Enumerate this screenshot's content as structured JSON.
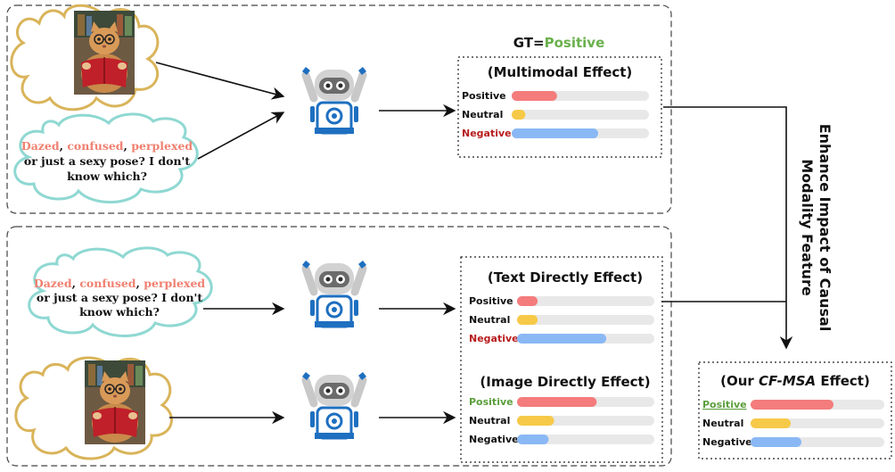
{
  "ground_truth": {
    "label": "GT=",
    "value": "Positive"
  },
  "side_label": {
    "line1": "Enhance Impact of Causal",
    "line2": "Modality Feature"
  },
  "caption": {
    "word1": "Dazed",
    "word2": "confused",
    "word3": "perplexed",
    "line2": "or just a sexy pose? I don't",
    "line3": "know which?"
  },
  "panels": {
    "multimodal": {
      "title": "(Multimodal Effect)",
      "bars": [
        {
          "label": "Positive",
          "value": 0.33,
          "color": "#f47c7c"
        },
        {
          "label": "Neutral",
          "value": 0.1,
          "color": "#f7c948"
        },
        {
          "label": "Negative",
          "value": 0.63,
          "color": "#8ab8f5",
          "emphasis": "negative"
        }
      ]
    },
    "text": {
      "title": "(Text Directly Effect)",
      "bars": [
        {
          "label": "Positive",
          "value": 0.15,
          "color": "#f47c7c"
        },
        {
          "label": "Neutral",
          "value": 0.15,
          "color": "#f7c948"
        },
        {
          "label": "Negative",
          "value": 0.65,
          "color": "#8ab8f5",
          "emphasis": "negative"
        }
      ]
    },
    "image": {
      "title": "(Image Directly Effect)",
      "bars": [
        {
          "label": "Positive",
          "value": 0.58,
          "color": "#f47c7c",
          "emphasis": "positive"
        },
        {
          "label": "Neutral",
          "value": 0.27,
          "color": "#f7c948"
        },
        {
          "label": "Negative",
          "value": 0.23,
          "color": "#8ab8f5"
        }
      ]
    },
    "ours": {
      "title_prefix": "(Our ",
      "title_method": "CF-MSA",
      "title_suffix": " Effect)",
      "bars": [
        {
          "label": "Positive",
          "value": 0.62,
          "color": "#f47c7c",
          "emphasis": "positive-underline"
        },
        {
          "label": "Neutral",
          "value": 0.3,
          "color": "#f7c948"
        },
        {
          "label": "Negative",
          "value": 0.38,
          "color": "#8ab8f5"
        }
      ]
    }
  },
  "colors": {
    "cloud_gold": "#d9b45a",
    "cloud_teal": "#8fd8d2",
    "robot_blue": "#1e6fc0",
    "robot_gray": "#c8c8c8",
    "bar_track": "#e8e8e8"
  },
  "icons": [
    "cat-reading-book-image",
    "robot-icon",
    "arrow-icon"
  ]
}
